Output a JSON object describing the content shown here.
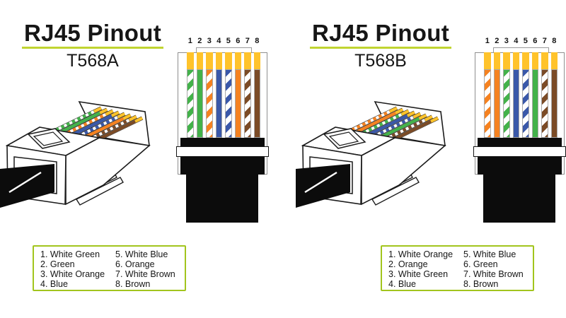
{
  "colors": {
    "gold": "#FFC32B",
    "green": "#43B24A",
    "orange": "#F58220",
    "blue": "#3A58A9",
    "brown": "#7B4B26",
    "accent_underline": "#C0D431",
    "legend_border": "#A2C51D",
    "ink": "#161616",
    "cable_black": "#0C0C0C"
  },
  "panels": [
    {
      "title": "RJ45 Pinout",
      "standard": "T568A",
      "pin_numbers": [
        "1",
        "2",
        "3",
        "4",
        "5",
        "6",
        "7",
        "8"
      ],
      "pins": [
        {
          "num": "1",
          "label": "White Green",
          "type": "striped",
          "color_key": "green"
        },
        {
          "num": "2",
          "label": "Green",
          "type": "solid",
          "color_key": "green"
        },
        {
          "num": "3",
          "label": "White Orange",
          "type": "striped",
          "color_key": "orange"
        },
        {
          "num": "4",
          "label": "Blue",
          "type": "solid",
          "color_key": "blue"
        },
        {
          "num": "5",
          "label": "White Blue",
          "type": "striped",
          "color_key": "blue"
        },
        {
          "num": "6",
          "label": "Orange",
          "type": "solid",
          "color_key": "orange"
        },
        {
          "num": "7",
          "label": "White Brown",
          "type": "striped",
          "color_key": "brown"
        },
        {
          "num": "8",
          "label": "Brown",
          "type": "solid",
          "color_key": "brown"
        }
      ],
      "legend": {
        "col1": [
          "1. White Green",
          "2. Green",
          "3. White Orange",
          "4. Blue"
        ],
        "col2": [
          "5. White Blue",
          "6. Orange",
          "7. White Brown",
          "8. Brown"
        ]
      }
    },
    {
      "title": "RJ45 Pinout",
      "standard": "T568B",
      "pin_numbers": [
        "1",
        "2",
        "3",
        "4",
        "5",
        "6",
        "7",
        "8"
      ],
      "pins": [
        {
          "num": "1",
          "label": "White Orange",
          "type": "striped",
          "color_key": "orange"
        },
        {
          "num": "2",
          "label": "Orange",
          "type": "solid",
          "color_key": "orange"
        },
        {
          "num": "3",
          "label": "White Green",
          "type": "striped",
          "color_key": "green"
        },
        {
          "num": "4",
          "label": "Blue",
          "type": "solid",
          "color_key": "blue"
        },
        {
          "num": "5",
          "label": "White Blue",
          "type": "striped",
          "color_key": "blue"
        },
        {
          "num": "6",
          "label": "Green",
          "type": "solid",
          "color_key": "green"
        },
        {
          "num": "7",
          "label": "White Brown",
          "type": "striped",
          "color_key": "brown"
        },
        {
          "num": "8",
          "label": "Brown",
          "type": "solid",
          "color_key": "brown"
        }
      ],
      "legend": {
        "col1": [
          "1. White Orange",
          "2. Orange",
          "3. White Green",
          "4. Blue"
        ],
        "col2": [
          "5. White Blue",
          "6. Green",
          "7. White Brown",
          "8. Brown"
        ]
      }
    }
  ]
}
